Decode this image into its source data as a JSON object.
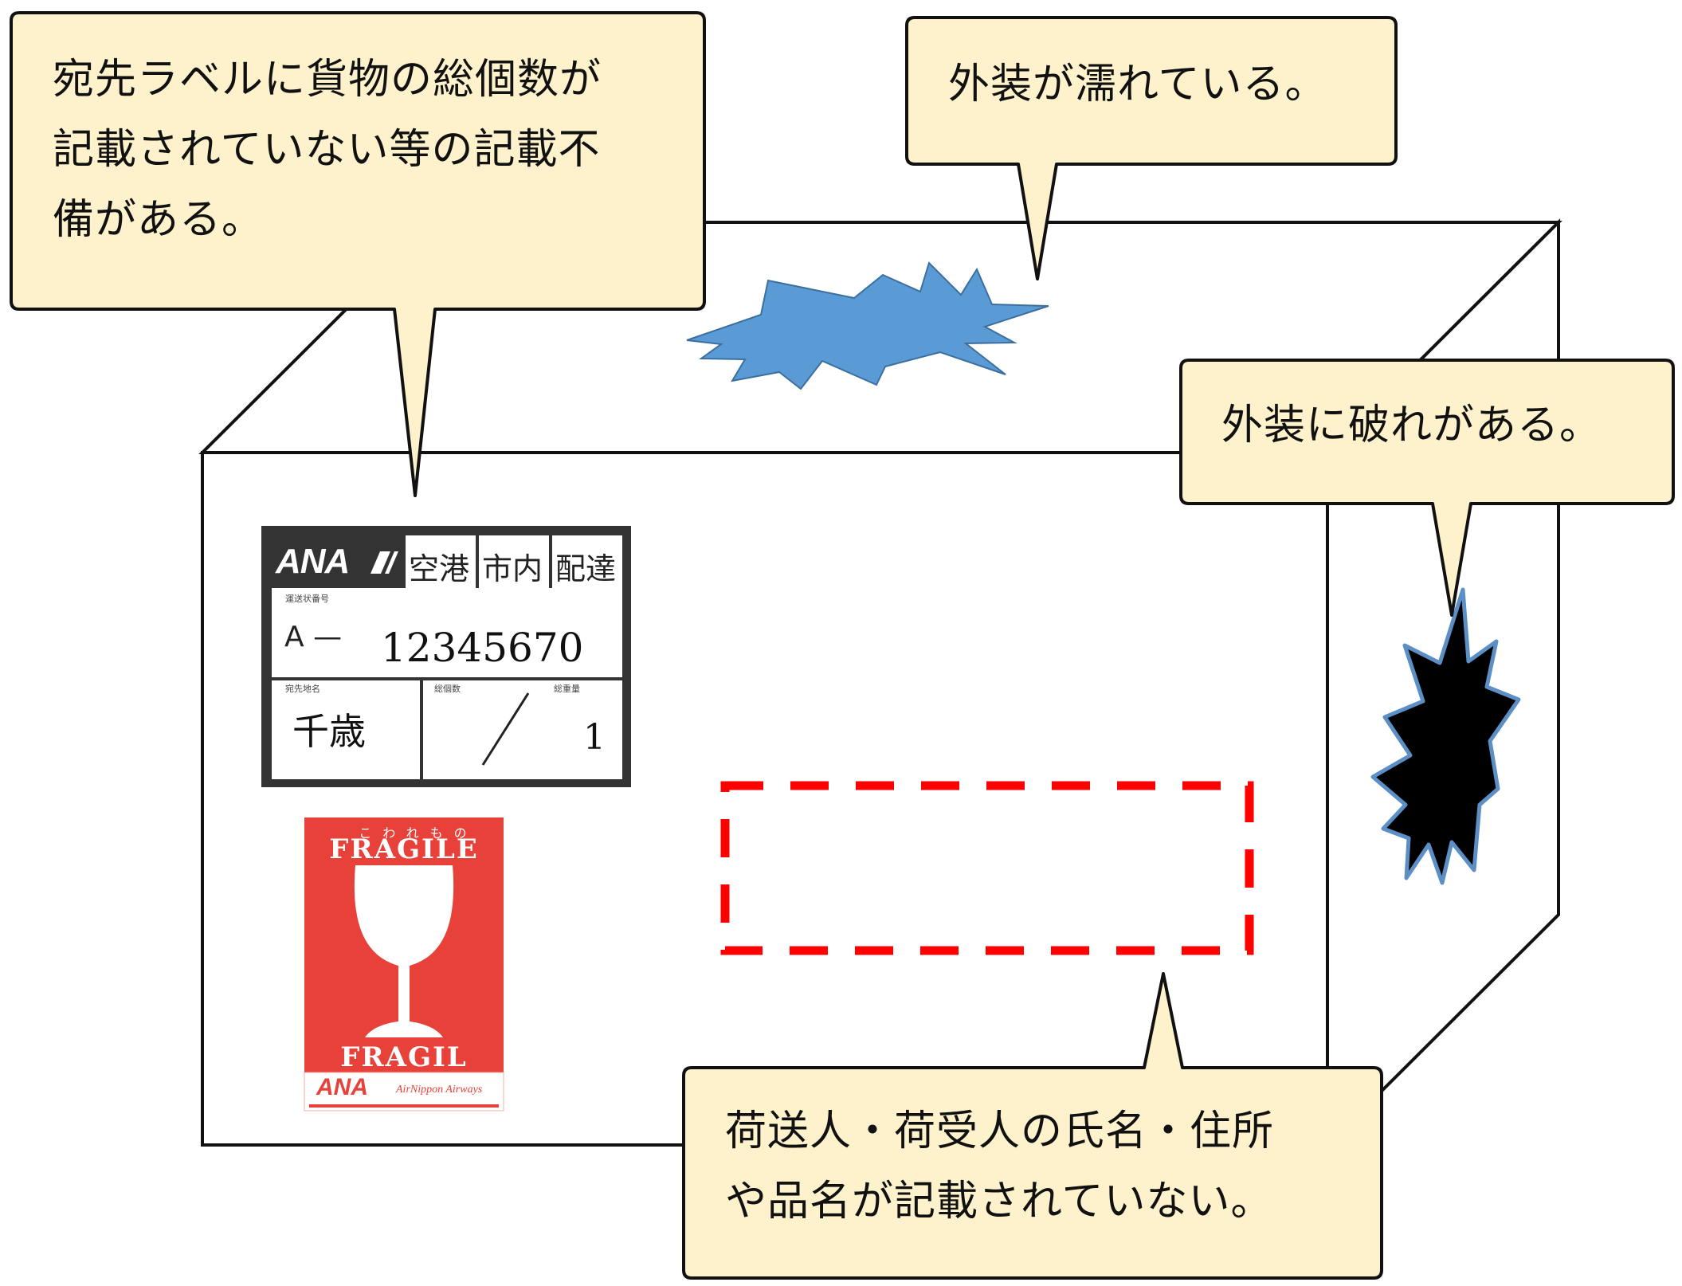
{
  "callouts": {
    "label_incomplete": "宛先ラベルに貨物の総個数が\n記載されていない等の記載不\n備がある。",
    "wet_packaging": "外装が濡れている。",
    "torn_packaging": "外装に破れがある。",
    "missing_sender_info": "荷送人・荷受人の氏名・住所\nや品名が記載されていない。"
  },
  "shipping_label": {
    "brand": "ANA",
    "header_cells": [
      "空港",
      "市内",
      "配達"
    ],
    "waybill_caption": "運送状番号",
    "waybill_prefix": "A —",
    "waybill_number": "12345670",
    "destination_caption": "宛先地名",
    "destination": "千歳",
    "pieces_caption": "総個数",
    "weight_caption": "総重量",
    "weight_value": "1"
  },
  "fragile_sticker": {
    "jp_caption": "こわれもの",
    "top_text": "FRAGILE",
    "bottom_text": "FRAGIL",
    "brand": "ANA",
    "airline": "AirNippon Airways"
  },
  "colors": {
    "callout_fill": "#fdf2cc",
    "callout_stroke": "#111111",
    "wet_mark": "#5b9bd5",
    "torn_mark": "#000000",
    "missing_info_box": "#ff0000",
    "fragile_bg": "#e8413a"
  }
}
